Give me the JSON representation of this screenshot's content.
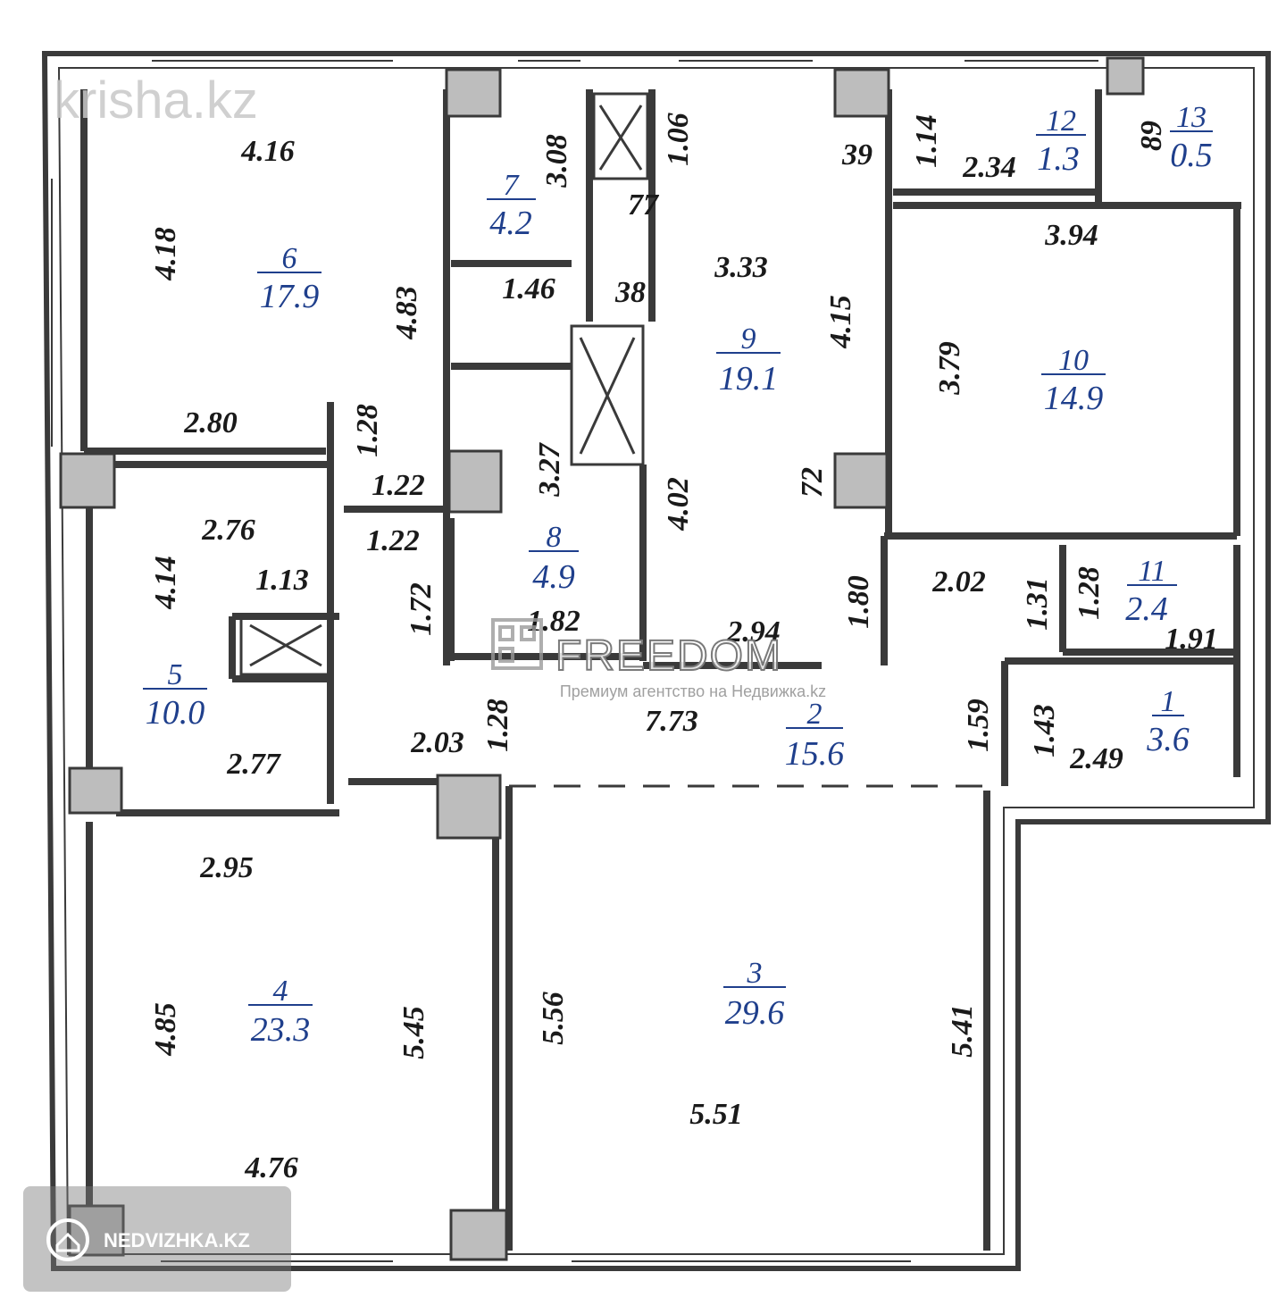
{
  "watermarks": {
    "top_left": "krisha.kz",
    "center_brand": "FREEDOM",
    "center_tagline": "Премиум агентство на Недвижка.kz",
    "bottom_left": "NEDVIZHKA.KZ"
  },
  "colors": {
    "wall": "#3a3a3a",
    "room_label": "#1f3f8c",
    "dimension": "#1a1a1a",
    "column_fill": "#bdbdbd"
  },
  "rooms": [
    {
      "number": "1",
      "area": "3.6"
    },
    {
      "number": "2",
      "area": "15.6"
    },
    {
      "number": "3",
      "area": "29.6"
    },
    {
      "number": "4",
      "area": "23.3"
    },
    {
      "number": "5",
      "area": "10.0"
    },
    {
      "number": "6",
      "area": "17.9"
    },
    {
      "number": "7",
      "area": "4.2"
    },
    {
      "number": "8",
      "area": "4.9"
    },
    {
      "number": "9",
      "area": "19.1"
    },
    {
      "number": "10",
      "area": "14.9"
    },
    {
      "number": "11",
      "area": "2.4"
    },
    {
      "number": "12",
      "area": "1.3"
    },
    {
      "number": "13",
      "area": "0.5"
    }
  ],
  "dimensions": [
    "4.16",
    "4.18",
    "4.83",
    "2.80",
    "3.08",
    "1.06",
    "77",
    "1.46",
    "38",
    "39",
    "3.33",
    "4.15",
    "1.14",
    "2.34",
    "89",
    "3.94",
    "3.79",
    "1.28",
    "1.22",
    "1.22",
    "3.27",
    "4.02",
    "72",
    "2.76",
    "4.14",
    "1.13",
    "2.77",
    "1.72",
    "1.82",
    "2.94",
    "1.80",
    "2.02",
    "1.31",
    "1.28",
    "1.91",
    "2.03",
    "1.28",
    "7.73",
    "1.59",
    "1.43",
    "2.49",
    "2.95",
    "4.85",
    "5.45",
    "4.76",
    "5.56",
    "5.51",
    "5.41"
  ]
}
